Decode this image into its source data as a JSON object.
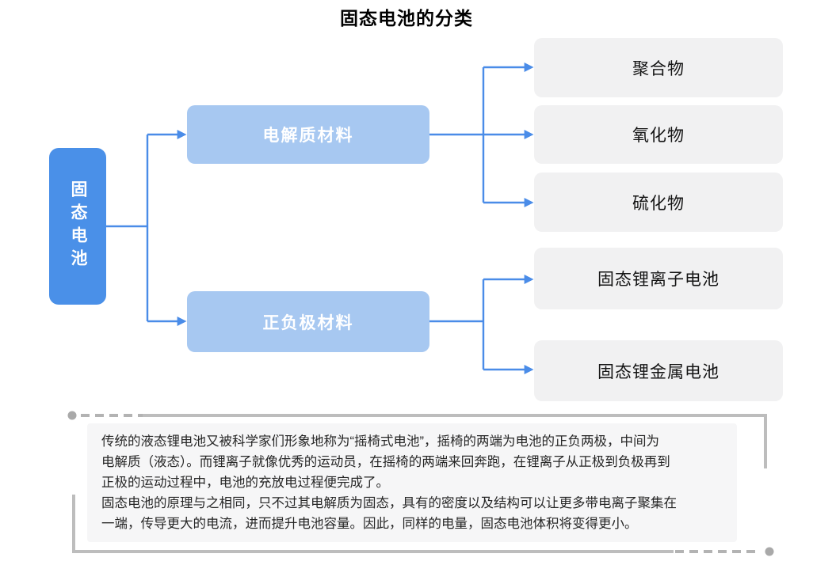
{
  "title": "固态电池的分类",
  "diagram": {
    "root": {
      "label": "固态电池"
    },
    "branches": [
      {
        "label": "电解质材料",
        "children": [
          "聚合物",
          "氧化物",
          "硫化物"
        ]
      },
      {
        "label": "正负极材料",
        "children": [
          "固态锂离子电池",
          "固态锂金属电池"
        ]
      }
    ]
  },
  "note": {
    "lines": [
      "传统的液态锂电池又被科学家们形象地称为“摇椅式电池”，摇椅的两端为电池的正负两极，中间为",
      "电解质（液态）。而锂离子就像优秀的运动员，在摇椅的两端来回奔跑，在锂离子从正极到负极再到",
      "正极的运动过程中，电池的充放电过程便完成了。",
      "固态电池的原理与之相同，只不过其电解质为固态，具有的密度以及结构可以让更多带电离子聚集在",
      "一端，传导更大的电流，进而提升电池容量。因此，同样的电量，固态电池体积将变得更小。"
    ]
  },
  "colors": {
    "root_fill": "#4a90e8",
    "branch_fill": "#a7c8f1",
    "leaf_fill": "#f1f1f2",
    "connector_blue": "#4a8ce8",
    "decoration_gray": "#b3b3b3",
    "note_background": "#f6f6f7"
  }
}
